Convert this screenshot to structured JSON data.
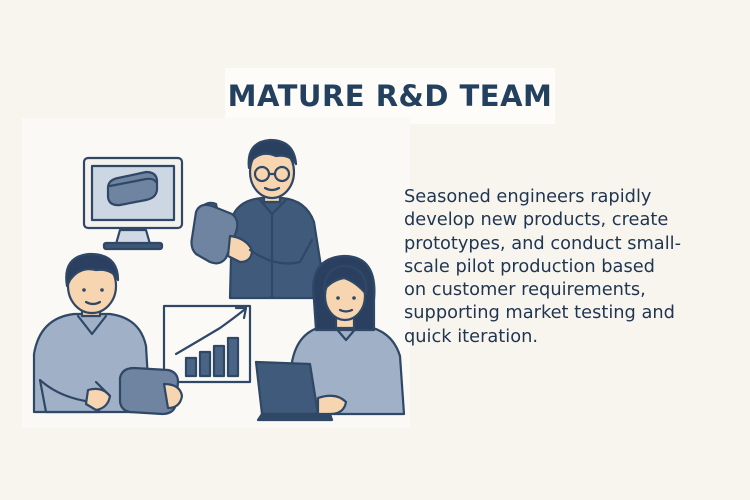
{
  "header": {
    "title": "MATURE R&D TEAM"
  },
  "body": {
    "description_lines": [
      "Seasoned engineers rapidly",
      "develop new products, create",
      "prototypes, and conduct small-",
      "scale pilot production based",
      "on customer requirements,",
      "supporting market testing and",
      "quick iteration."
    ]
  },
  "colors": {
    "navy": "#2f4866",
    "shirt_blue": "#9fb0c7",
    "skin": "#f6d5b0",
    "background": "#f8f5ef"
  },
  "icons": [
    "monitor-icon",
    "product-block-icon",
    "growth-chart-icon",
    "laptop-icon"
  ]
}
